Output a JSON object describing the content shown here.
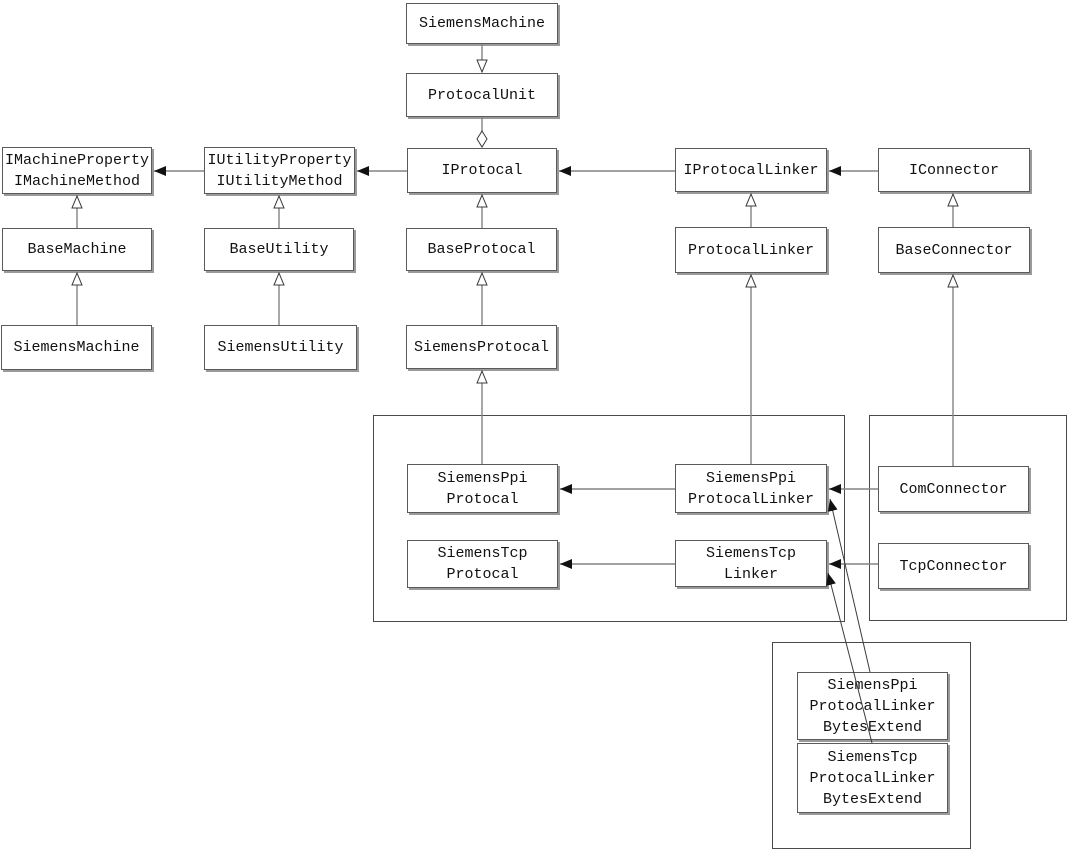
{
  "diagram": {
    "type": "uml-class-diagram",
    "background_color": "#ffffff",
    "box_border_color": "#5a5a5a",
    "line_color": "#838383",
    "arrow_fill_color": "#111111",
    "nodes": {
      "siemens_machine_top": {
        "label": "SiemensMachine"
      },
      "protocal_unit": {
        "label": "ProtocalUnit"
      },
      "i_protocal": {
        "label": "IProtocal"
      },
      "i_machine_property": {
        "label": "IMachineProperty\nIMachineMethod"
      },
      "i_utility_property": {
        "label": "IUtilityProperty\nIUtilityMethod"
      },
      "base_machine": {
        "label": "BaseMachine"
      },
      "base_utility": {
        "label": "BaseUtility"
      },
      "siemens_machine_left": {
        "label": "SiemensMachine"
      },
      "siemens_utility": {
        "label": "SiemensUtility"
      },
      "base_protocal": {
        "label": "BaseProtocal"
      },
      "siemens_protocal": {
        "label": "SiemensProtocal"
      },
      "i_protocal_linker": {
        "label": "IProtocalLinker"
      },
      "protocal_linker": {
        "label": "ProtocalLinker"
      },
      "i_connector": {
        "label": "IConnector"
      },
      "base_connector": {
        "label": "BaseConnector"
      },
      "siemens_ppi_protocal": {
        "label": "SiemensPpi\nProtocal"
      },
      "siemens_tcp_protocal": {
        "label": "SiemensTcp\nProtocal"
      },
      "siemens_ppi_protocal_linker": {
        "label": "SiemensPpi\nProtocalLinker"
      },
      "siemens_tcp_linker": {
        "label": "SiemensTcp\nLinker"
      },
      "com_connector": {
        "label": "ComConnector"
      },
      "tcp_connector": {
        "label": "TcpConnector"
      },
      "siemens_ppi_protocal_linker_bytes_extend": {
        "label": "SiemensPpi\nProtocalLinker\nBytesExtend"
      },
      "siemens_tcp_protocal_linker_bytes_extend": {
        "label": "SiemensTcp\nProtocalLinker\nBytesExtend"
      }
    },
    "relationships": [
      {
        "from": "SiemensMachine",
        "to": "ProtocalUnit",
        "type": "generalization"
      },
      {
        "from": "ProtocalUnit",
        "to": "IProtocal",
        "type": "aggregation"
      },
      {
        "from": "IUtilityProperty/IUtilityMethod",
        "to": "IMachineProperty/IMachineMethod",
        "type": "dependency"
      },
      {
        "from": "IProtocal",
        "to": "IUtilityProperty/IUtilityMethod",
        "type": "dependency"
      },
      {
        "from": "IProtocalLinker",
        "to": "IProtocal",
        "type": "dependency"
      },
      {
        "from": "IConnector",
        "to": "IProtocalLinker",
        "type": "dependency"
      },
      {
        "from": "BaseMachine",
        "to": "IMachineProperty/IMachineMethod",
        "type": "generalization"
      },
      {
        "from": "SiemensMachine",
        "to": "BaseMachine",
        "type": "generalization"
      },
      {
        "from": "BaseUtility",
        "to": "IUtilityProperty/IUtilityMethod",
        "type": "generalization"
      },
      {
        "from": "SiemensUtility",
        "to": "BaseUtility",
        "type": "generalization"
      },
      {
        "from": "BaseProtocal",
        "to": "IProtocal",
        "type": "generalization"
      },
      {
        "from": "SiemensProtocal",
        "to": "BaseProtocal",
        "type": "generalization"
      },
      {
        "from": "ProtocalLinker",
        "to": "IProtocalLinker",
        "type": "generalization"
      },
      {
        "from": "BaseConnector",
        "to": "IConnector",
        "type": "generalization"
      },
      {
        "from": "SiemensPpiProtocal",
        "to": "SiemensProtocal",
        "type": "generalization"
      },
      {
        "from": "SiemensPpiProtocalLinker",
        "to": "ProtocalLinker",
        "type": "generalization"
      },
      {
        "from": "ComConnector",
        "to": "BaseConnector",
        "type": "generalization"
      },
      {
        "from": "SiemensPpiProtocalLinker",
        "to": "SiemensPpiProtocal",
        "type": "dependency"
      },
      {
        "from": "SiemensTcpLinker",
        "to": "SiemensTcpProtocal",
        "type": "dependency"
      },
      {
        "from": "ComConnector",
        "to": "SiemensPpiProtocalLinker",
        "type": "dependency"
      },
      {
        "from": "TcpConnector",
        "to": "SiemensTcpLinker",
        "type": "dependency"
      },
      {
        "from": "SiemensPpiProtocalLinkerBytesExtend",
        "to": "SiemensPpiProtocalLinker",
        "type": "dependency"
      },
      {
        "from": "SiemensTcpProtocalLinkerBytesExtend",
        "to": "SiemensTcpLinker",
        "type": "dependency"
      }
    ]
  }
}
